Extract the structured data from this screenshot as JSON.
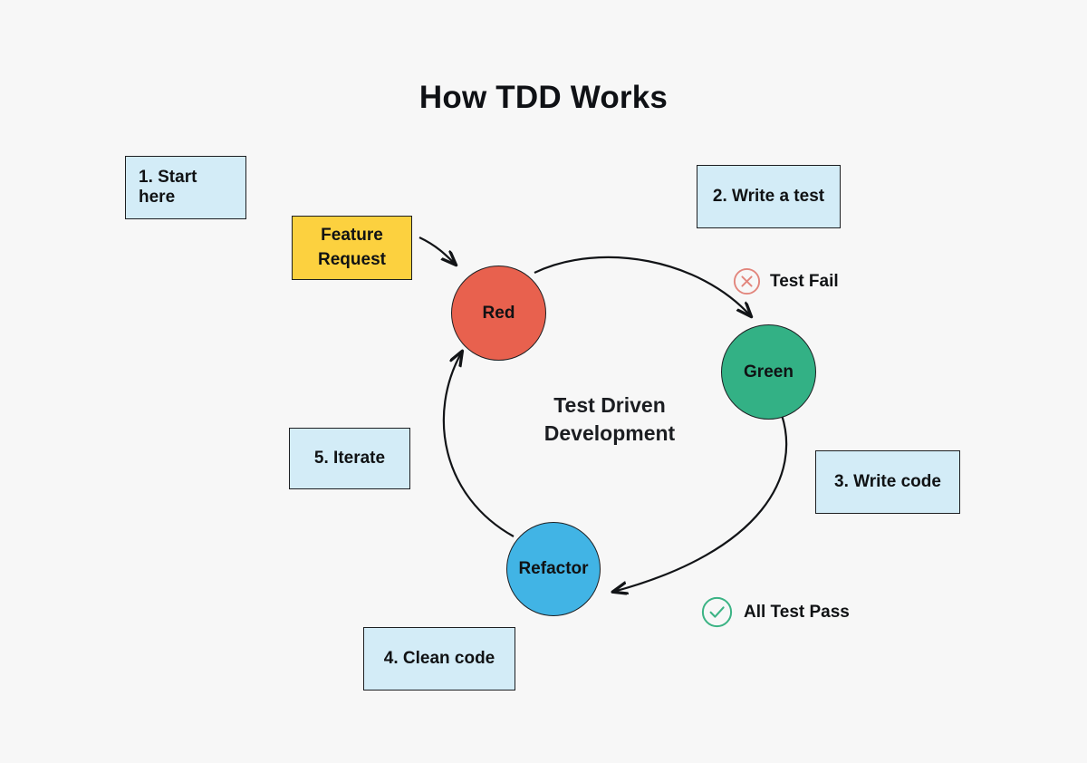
{
  "page": {
    "title": "How TDD Works",
    "background_color": "#f7f7f7"
  },
  "diagram": {
    "center_label_line1": "Test Driven",
    "center_label_line2": "Development",
    "nodes": [
      {
        "id": "red",
        "label": "Red",
        "color": "#e8614e"
      },
      {
        "id": "green",
        "label": "Green",
        "color": "#33b185"
      },
      {
        "id": "refactor",
        "label": "Refactor",
        "color": "#41b4e5"
      }
    ],
    "feature_box": {
      "line1": "Feature",
      "line2": "Request",
      "color": "#fcd13f"
    },
    "steps": [
      {
        "label": "1. Start here",
        "color": "#d3ecf7"
      },
      {
        "label": "2. Write a test",
        "color": "#d3ecf7"
      },
      {
        "label": "3. Write code",
        "color": "#d3ecf7"
      },
      {
        "label": "4. Clean code",
        "color": "#d3ecf7"
      },
      {
        "label": "5. Iterate",
        "color": "#d3ecf7"
      }
    ],
    "status": [
      {
        "label": "Test Fail",
        "icon": "circle-x-icon",
        "color": "#e2857c"
      },
      {
        "label": "All Test Pass",
        "icon": "circle-check-icon",
        "color": "#3bb384"
      }
    ]
  }
}
